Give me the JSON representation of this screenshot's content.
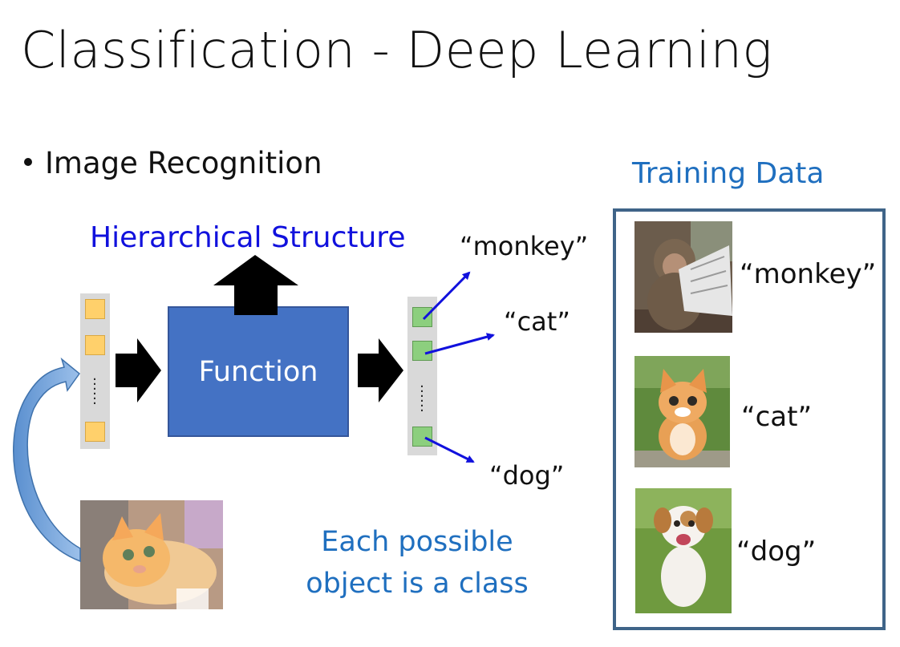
{
  "slide": {
    "title": "Classification - Deep Learning",
    "bullet": "Image Recognition"
  },
  "diagram": {
    "hierarchical_label": "Hierarchical Structure",
    "function_label": "Function",
    "input_dots": "……",
    "output_dots": "……",
    "outputs": [
      "“monkey”",
      "“cat”",
      "“dog”"
    ],
    "class_note_line1": "Each possible",
    "class_note_line2": "object is a class",
    "colors": {
      "function_box": "#4472c4",
      "arrow_blue": "#1111dd",
      "text_blue": "#1f6fbf",
      "input_cell": "#ffd06b",
      "output_cell": "#8ccf7e",
      "vector_bg": "#d9d9d9"
    }
  },
  "training": {
    "title": "Training Data",
    "items": [
      {
        "label": "“monkey”",
        "image": "monkey-photo"
      },
      {
        "label": "“cat”",
        "image": "kitten-photo"
      },
      {
        "label": "“dog”",
        "image": "puppy-photo"
      }
    ]
  },
  "input_image": "cat-photo"
}
